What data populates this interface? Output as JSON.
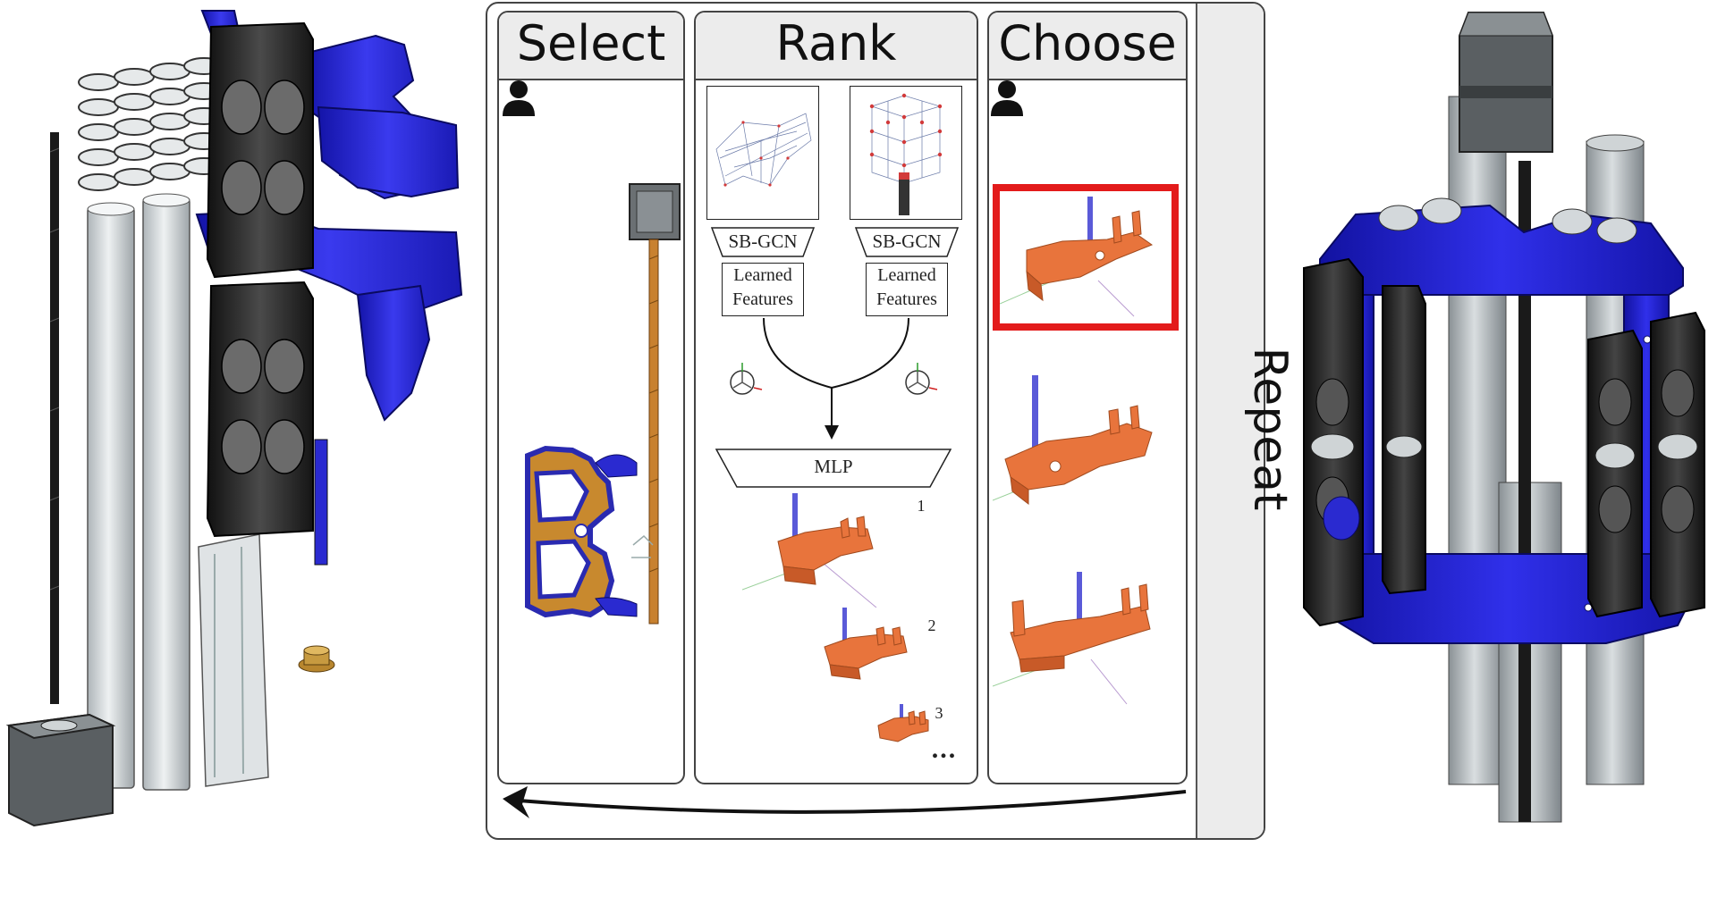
{
  "panels": {
    "select": {
      "title": "Select"
    },
    "rank": {
      "title": "Rank"
    },
    "choose": {
      "title": "Choose"
    }
  },
  "repeat_label": "Repeat",
  "rank": {
    "encoder_left": "SB-GCN",
    "encoder_right": "SB-GCN",
    "features_left": [
      "Learned",
      "Features"
    ],
    "features_right": [
      "Learned",
      "Features"
    ],
    "mlp": "MLP",
    "ranks": [
      "1",
      "2",
      "3"
    ],
    "more": "..."
  },
  "colors": {
    "part_orange": "#e8743c",
    "assembly_blue": "#2222cc",
    "dark_part": "#2a2a2a",
    "rod_grey": "#d3d8db",
    "selection_red": "#e31b1b",
    "header_grey": "#ececec"
  }
}
